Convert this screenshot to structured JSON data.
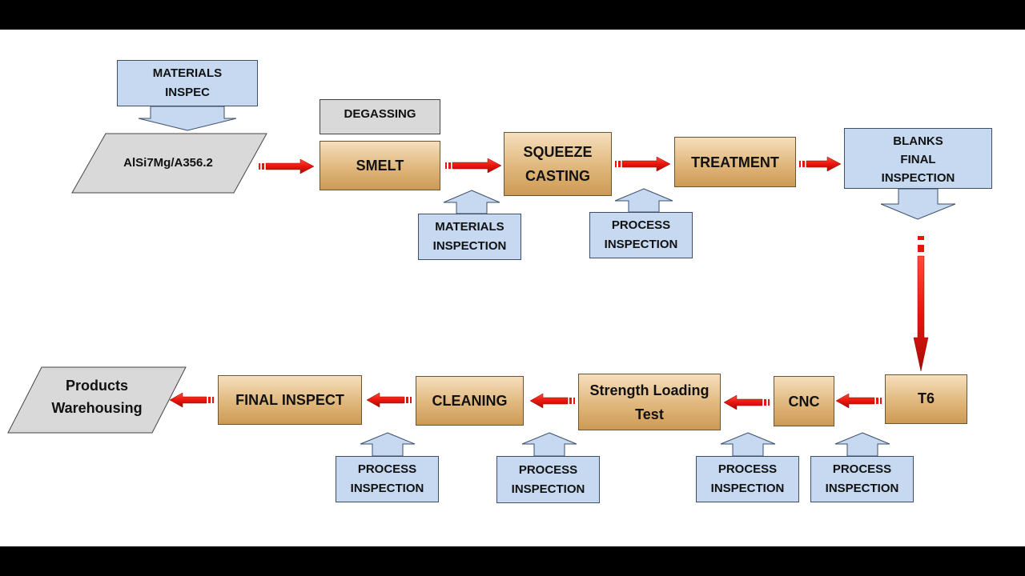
{
  "colors": {
    "process_fill_top": "#f6dfbd",
    "process_fill_bottom": "#cd9a55",
    "inspection_fill": "#c6d9f1",
    "terminal_fill": "#d9d9d9",
    "flow_arrow": "#e8150d"
  },
  "top_row": {
    "materials_inspec": "MATERIALS\nINSPEC",
    "input_material": "AlSi7Mg/A356.2",
    "degassing": "DEGASSING",
    "smelt": "SMELT",
    "squeeze_casting": "SQUEEZE\nCASTING",
    "treatment": "TREATMENT",
    "blanks_final_inspection": "BLANKS\nFINAL\nINSPECTION",
    "smelt_materials_inspection": "MATERIALS\nINSPECTION",
    "casting_process_inspection": "PROCESS\nINSPECTION"
  },
  "bottom_row": {
    "t6": "T6",
    "cnc": "CNC",
    "strength_loading_test": "Strength Loading\nTest",
    "cleaning": "CLEANING",
    "final_inspect": "FINAL INSPECT",
    "products_warehousing": "Products\nWarehousing",
    "final_process_inspection": "PROCESS\nINSPECTION",
    "cleaning_process_inspection": "PROCESS\nINSPECTION",
    "strength_process_inspection": "PROCESS\nINSPECTION",
    "cnc_process_inspection": "PROCESS\nINSPECTION"
  }
}
